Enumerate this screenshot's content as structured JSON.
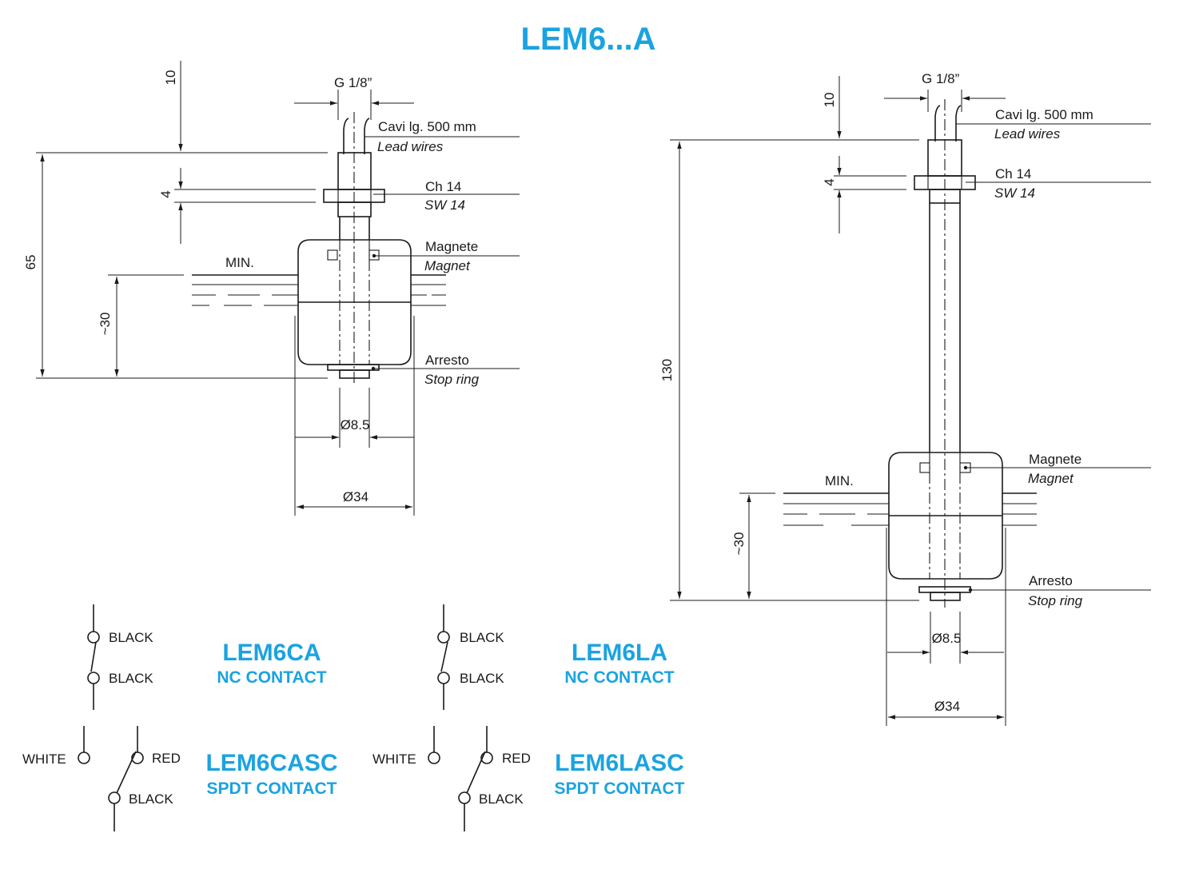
{
  "title": "LEM6...A",
  "accent_color": "#1aa3e0",
  "left_drawing": {
    "thread": "G 1/8”",
    "wires_it": "Cavi lg. 500 mm",
    "wires_en": "Lead wires",
    "hex_it": "Ch 14",
    "hex_en": "SW 14",
    "magnet_it": "Magnete",
    "magnet_en": "Magnet",
    "min_label": "MIN.",
    "stop_it": "Arresto",
    "stop_en": "Stop ring",
    "dim_top": "10",
    "dim_hex": "4",
    "dim_total": "65",
    "dim_float": "~30",
    "dim_stem": "Ø8.5",
    "dim_float_dia": "Ø34"
  },
  "right_drawing": {
    "thread": "G 1/8”",
    "wires_it": "Cavi lg. 500 mm",
    "wires_en": "Lead wires",
    "hex_it": "Ch 14",
    "hex_en": "SW 14",
    "magnet_it": "Magnete",
    "magnet_en": "Magnet",
    "min_label": "MIN.",
    "stop_it": "Arresto",
    "stop_en": "Stop ring",
    "dim_top": "10",
    "dim_hex": "4",
    "dim_total": "130",
    "dim_float": "~30",
    "dim_stem": "Ø8.5",
    "dim_float_dia": "Ø34"
  },
  "models": [
    {
      "name": "LEM6CA",
      "contact": "NC CONTACT",
      "wire1": "BLACK",
      "wire2": "BLACK"
    },
    {
      "name": "LEM6LA",
      "contact": "NC CONTACT",
      "wire1": "BLACK",
      "wire2": "BLACK"
    },
    {
      "name": "LEM6CASC",
      "contact": "SPDT CONTACT",
      "wire_white": "WHITE",
      "wire_red": "RED",
      "wire_black": "BLACK"
    },
    {
      "name": "LEM6LASC",
      "contact": "SPDT CONTACT",
      "wire_white": "WHITE",
      "wire_red": "RED",
      "wire_black": "BLACK"
    }
  ]
}
